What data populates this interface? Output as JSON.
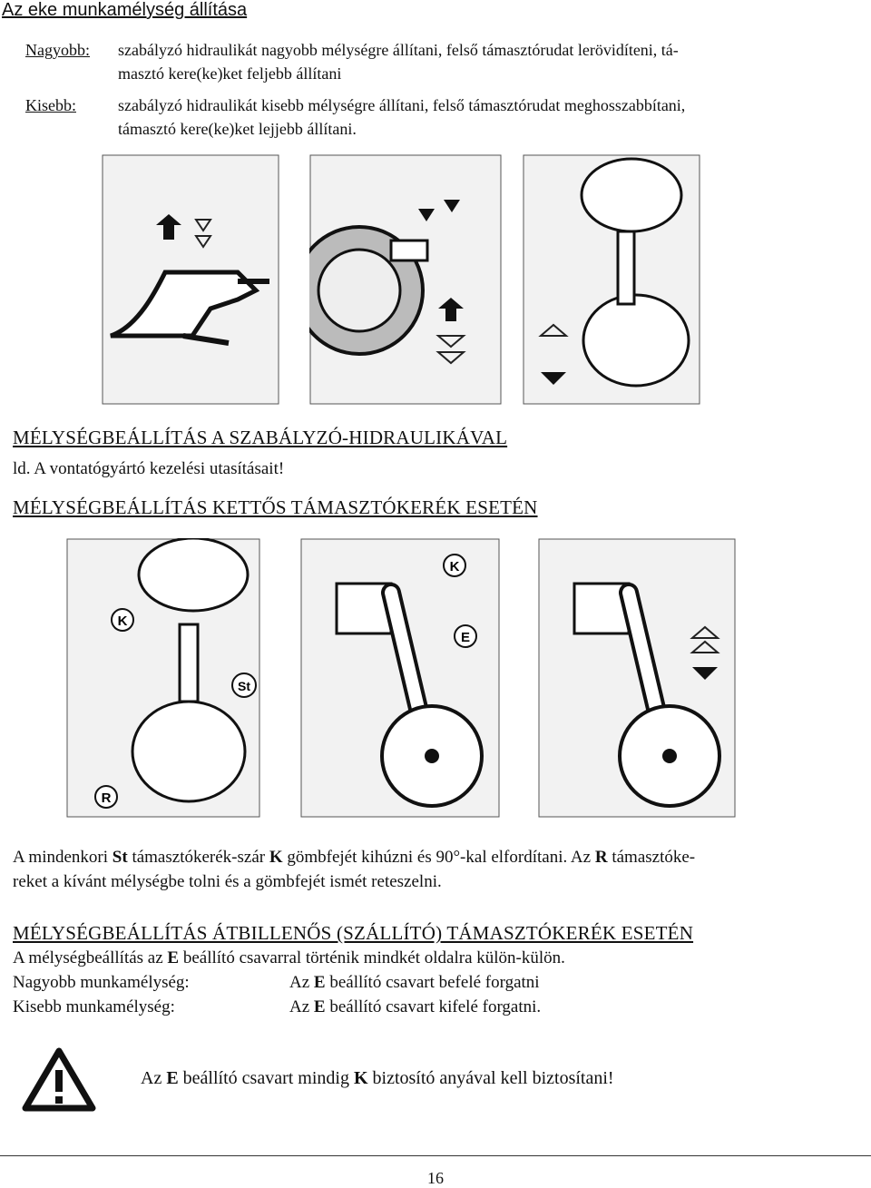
{
  "title": "Az eke munkamélység állítása",
  "intro": {
    "nagyobb_label": "Nagyobb:",
    "nagyobb_line1": "szabályzó hidraulikát nagyobb mélységre állítani, felső támasztórudat lerövidíteni, tá-",
    "nagyobb_line2": "masztó kere(ke)ket feljebb állítani",
    "kisebb_label": "Kisebb:",
    "kisebb_line1": "szabályzó hidraulikát kisebb mélységre állítani, felső támasztórudat meghosszabbítani,",
    "kisebb_line2": "támasztó kere(ke)ket lejjebb állítani."
  },
  "section1": {
    "heading": "MÉLYSÉGBEÁLLÍTÁS A SZABÁLYZÓ-HIDRAULIKÁVAL",
    "note": "ld. A vontatógyártó kezelési utasításait!"
  },
  "section2": {
    "heading": "MÉLYSÉGBEÁLLÍTÁS KETTŐS TÁMASZTÓKERÉK ESETÉN",
    "fig_labels": {
      "k": "K",
      "st": "St",
      "r": "R",
      "e": "E"
    },
    "para_a1": "A mindenkori ",
    "para_st": "St",
    "para_a2": " támasztókerék-szár ",
    "para_k": "K",
    "para_a3": " gömbfejét kihúzni és 90°-kal elfordítani. Az ",
    "para_r": "R",
    "para_a4": " támasztóke-",
    "para_line2": "reket a kívánt mélységbe tolni és a gömbfejét ismét reteszelni."
  },
  "section3": {
    "heading": "MÉLYSÉGBEÁLLÍTÁS ÁTBILLENŐS (SZÁLLÍTÓ) TÁMASZTÓKERÉK ESETÉN",
    "line1_a": "A mélységbeállítás az ",
    "line1_e": "E",
    "line1_b": " beállító csavarral történik mindkét oldalra külön-külön.",
    "nagyobb_label": "Nagyobb munkamélység:",
    "nagyobb_a": "Az ",
    "nagyobb_e": "E",
    "nagyobb_b": " beállító csavart befelé forgatni",
    "kisebb_label": "Kisebb munkamélység:",
    "kisebb_a": "Az ",
    "kisebb_e": "E",
    "kisebb_b": " beállító csavart  kifelé forgatni."
  },
  "warning": {
    "a": "Az ",
    "e": "E",
    "b": " beállító csavart mindig ",
    "k": "K",
    "c": " biztosító anyával kell biztosítani!"
  },
  "page_number": "16"
}
